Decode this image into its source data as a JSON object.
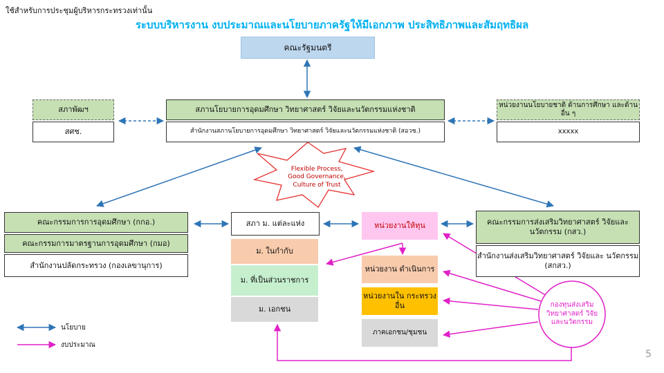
{
  "header": {
    "note": "ใช้สำหรับการประชุมผู้บริหารกระทรวงเท่านั้น",
    "title": "ระบบบริหารงาน งบประมาณและนโยบายภาครัฐให้มีเอกภาพ ประสิทธิภาพและสัมฤทธิผล"
  },
  "nodes": {
    "cabinet": "คณะรัฐมนตรี",
    "council_name": "สภาพัฒฯ",
    "council_abbr": "สศช.",
    "policy_council": "สภานโยบายการอุดมศึกษา วิทยาศาสตร์ วิจัยและนวัตกรรมแห่งชาติ",
    "policy_office": "สำนักงานสภานโยบายการอุดมศึกษา วิทยาศาสตร์ วิจัยและนวัตกรรมแห่งชาติ (สอวช.)",
    "national_policy_units": "หน่วยงานนโยบายชาติ ด้านการศึกษา และด้านอื่น ๆ",
    "national_policy_value": "xxxxx",
    "burst_text": "Flexible Process, Good Governance, Culture of Trust",
    "higher_ed_committee": "คณะกรรมการการอุดมศึกษา (กกอ.)",
    "standards_committee": "คณะกรรมการมาตรฐานการอุดมศึกษา (กมอ)",
    "permanent_secretary": "สำนักงานปลัดกระทรวง (กองเลขานุการ)",
    "univ_council": "สภา ม. แต่ละแห่ง",
    "univ_supervised": "ม. ในกำกับ",
    "univ_government": "ม. ที่เป็นส่วนราชการ",
    "univ_private": "ม. เอกชน",
    "funding_agency": "หน่วยงานให้ทุน",
    "operating_agency": "หน่วยงาน ดำเนินการ",
    "other_ministry": "หน่วยงานใน กระทรวงอื่น",
    "private_community": "ภาคเอกชน/ชุมชน",
    "sti_committee": "คณะกรรมการส่งเสริมวิทยาศาสตร์ วิจัยและ นวัตกรรม (กสว.)",
    "sti_office": "สำนักงานส่งเสริมวิทยาศาสตร์ วิจัยและ นวัตกรรม (สกสว.)",
    "fund": "กองทุนส่งเสริม วิทยาศาสตร์ วิจัย และนวัตกรรม"
  },
  "legend": {
    "policy": "นโยบาย",
    "budget": "งบประมาณ"
  },
  "colors": {
    "policy_arrow": "#2e75b6",
    "budget_arrow": "#e020c8"
  },
  "page_number": "5"
}
